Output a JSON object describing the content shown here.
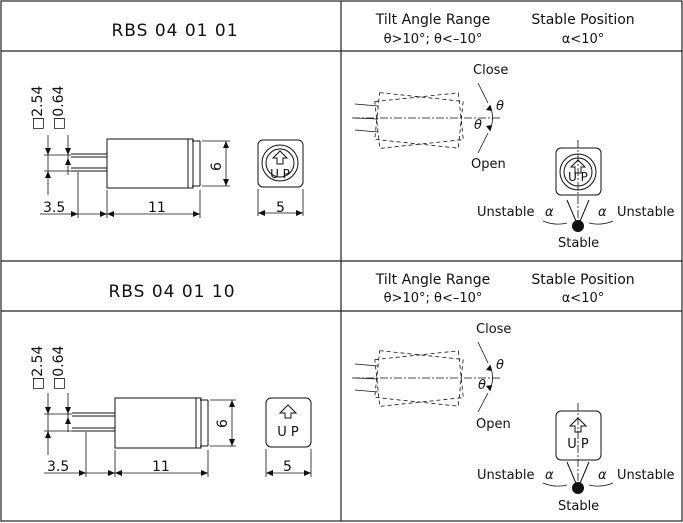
{
  "sections": [
    {
      "part_number": "RBS 04 01 01",
      "tilt_angle_range_title": "Tilt Angle Range",
      "tilt_angle_range_value": "θ>10°; θ<–10°",
      "stable_position_title": "Stable Position",
      "stable_position_value": "α<10°",
      "dims": {
        "pin_pitch": "2.54",
        "pin_size": "0.64",
        "body_height": "6",
        "lead_length": "3.5",
        "body_length": "11",
        "width": "5"
      },
      "up_label": "U P",
      "close_label": "Close",
      "open_label": "Open",
      "theta_symbol": "θ",
      "alpha_symbol": "α",
      "unstable_label": "Unstable",
      "stable_label": "Stable"
    },
    {
      "part_number": "RBS 04 01 10",
      "tilt_angle_range_title": "Tilt Angle Range",
      "tilt_angle_range_value": "θ>10°; θ<–10°",
      "stable_position_title": "Stable Position",
      "stable_position_value": "α<10°",
      "dims": {
        "pin_pitch": "2.54",
        "pin_size": "0.64",
        "body_height": "6",
        "lead_length": "3.5",
        "body_length": "11",
        "width": "5"
      },
      "up_label": "U P",
      "close_label": "Close",
      "open_label": "Open",
      "theta_symbol": "θ",
      "alpha_symbol": "α",
      "unstable_label": "Unstable",
      "stable_label": "Stable"
    }
  ]
}
